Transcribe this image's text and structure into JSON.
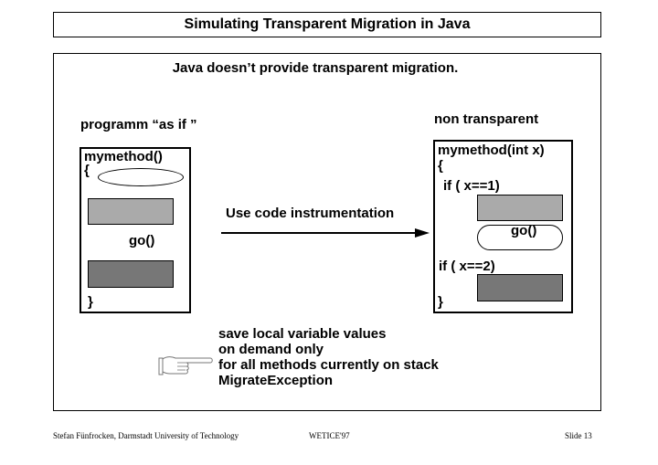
{
  "slide_title": "Simulating Transparent Migration in Java",
  "subtitle": "Java doesn’t provide transparent migration.",
  "left": {
    "heading": "programm “as if ”",
    "method_sig": "mymethod()",
    "open_brace": "{",
    "call": "go()",
    "close_brace": "}"
  },
  "right": {
    "heading": "non transparent",
    "method_sig": "mymethod(int x)",
    "open_brace": "{",
    "cond1": "if ( x==1)",
    "call": "go()",
    "cond2": "if ( x==2)",
    "close_brace": "}"
  },
  "arrow_label": "Use code instrumentation",
  "notes": [
    "save local variable values",
    "on demand only",
    "for all methods currently on stack",
    "MigrateException"
  ],
  "footer": {
    "author": "Stefan Fünfrocken, Darmstadt University of Technology",
    "event": "WETICE'97",
    "slide": "Slide 13"
  }
}
